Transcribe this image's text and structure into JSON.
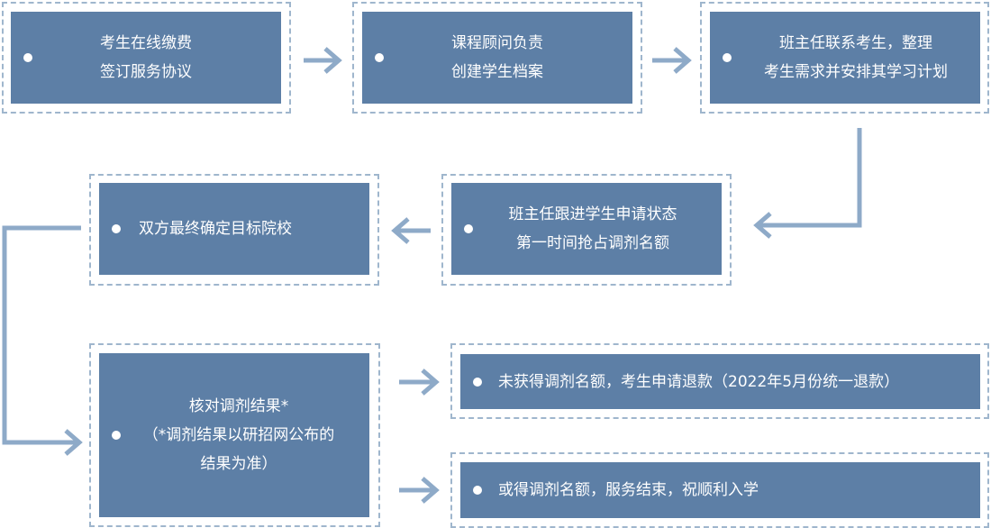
{
  "steps": [
    {
      "lines": [
        "考生在线缴费",
        "签订服务协议"
      ]
    },
    {
      "lines": [
        "课程顾问负责",
        "创建学生档案"
      ]
    },
    {
      "lines": [
        "班主任联系考生，整理",
        "考生需求并安排其学习计划"
      ]
    },
    {
      "lines": [
        "班主任跟进学生申请状态",
        "第一时间抢占调剂名额"
      ]
    },
    {
      "lines": [
        "双方最终确定目标院校"
      ]
    },
    {
      "lines": [
        "核对调剂结果*",
        "（*调剂结果以研招网公布的",
        "结果为准）"
      ]
    },
    {
      "lines": [
        "未获得调剂名额，考生申请退款（2022年5月份统一退款）"
      ]
    },
    {
      "lines": [
        "或得调剂名额，服务结束，祝顺利入学"
      ]
    }
  ],
  "colors": {
    "box": "#5d7fa6",
    "frame": "#9fb6cd",
    "arrow": "#8eaac8",
    "text": "#ffffff"
  }
}
